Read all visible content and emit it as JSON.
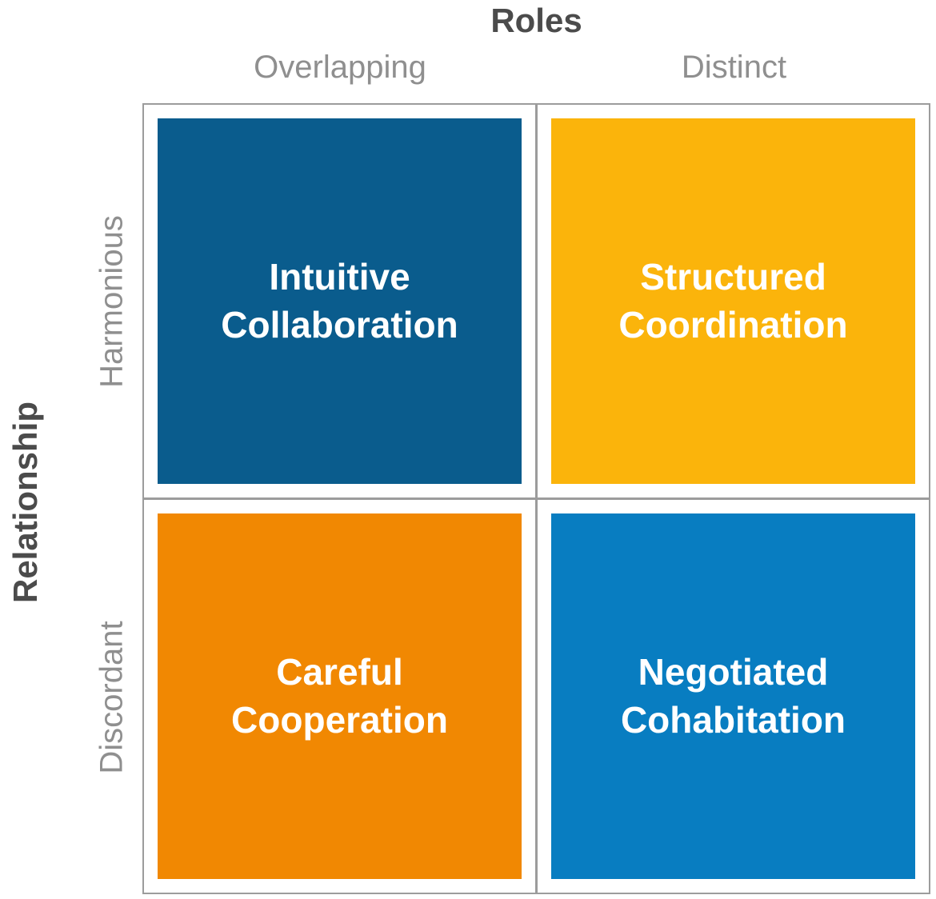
{
  "diagram": {
    "type": "2x2-matrix",
    "x_axis": {
      "title": "Roles",
      "left_label": "Overlapping",
      "right_label": "Distinct"
    },
    "y_axis": {
      "title": "Relationship",
      "top_label": "Harmonious",
      "bottom_label": "Discordant"
    },
    "quadrants": {
      "top_left": {
        "label": "Intuitive\nCollaboration",
        "row": "Harmonious",
        "col": "Overlapping",
        "color": "#0a5c8d"
      },
      "top_right": {
        "label": "Structured\nCoordination",
        "row": "Harmonious",
        "col": "Distinct",
        "color": "#fbb40b"
      },
      "bottom_left": {
        "label": "Careful\nCooperation",
        "row": "Discordant",
        "col": "Overlapping",
        "color": "#f18802"
      },
      "bottom_right": {
        "label": "Negotiated\nCohabitation",
        "row": "Discordant",
        "col": "Distinct",
        "color": "#087dc1"
      }
    },
    "colors": {
      "quadrant_text": "#ffffff",
      "axis_title": "#4b4b4b",
      "axis_label": "#8f8f8f",
      "grid_border": "#9c9c9c",
      "background": "#ffffff"
    }
  }
}
